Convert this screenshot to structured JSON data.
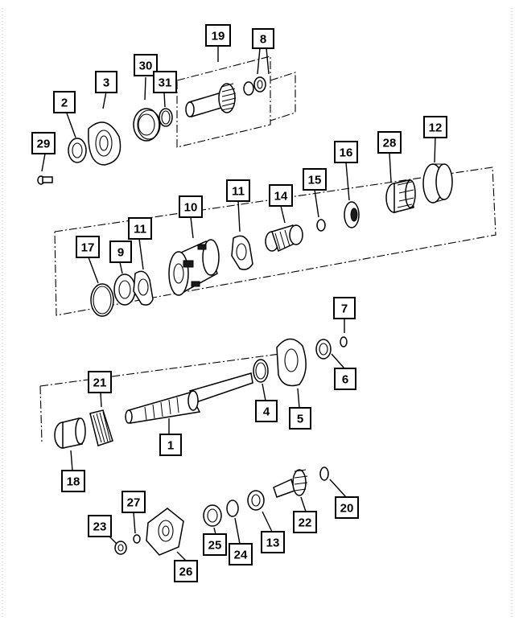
{
  "diagram": {
    "callouts": [
      {
        "id": "c1",
        "label": "1"
      },
      {
        "id": "c2",
        "label": "2"
      },
      {
        "id": "c3",
        "label": "3"
      },
      {
        "id": "c4",
        "label": "4"
      },
      {
        "id": "c5",
        "label": "5"
      },
      {
        "id": "c6",
        "label": "6"
      },
      {
        "id": "c7",
        "label": "7"
      },
      {
        "id": "c8",
        "label": "8"
      },
      {
        "id": "c9",
        "label": "9"
      },
      {
        "id": "c10",
        "label": "10"
      },
      {
        "id": "c11a",
        "label": "11"
      },
      {
        "id": "c11b",
        "label": "11"
      },
      {
        "id": "c12",
        "label": "12"
      },
      {
        "id": "c13",
        "label": "13"
      },
      {
        "id": "c14",
        "label": "14"
      },
      {
        "id": "c15",
        "label": "15"
      },
      {
        "id": "c16",
        "label": "16"
      },
      {
        "id": "c17",
        "label": "17"
      },
      {
        "id": "c18",
        "label": "18"
      },
      {
        "id": "c19",
        "label": "19"
      },
      {
        "id": "c20",
        "label": "20"
      },
      {
        "id": "c21",
        "label": "21"
      },
      {
        "id": "c22",
        "label": "22"
      },
      {
        "id": "c23",
        "label": "23"
      },
      {
        "id": "c24",
        "label": "24"
      },
      {
        "id": "c25",
        "label": "25"
      },
      {
        "id": "c26",
        "label": "26"
      },
      {
        "id": "c27",
        "label": "27"
      },
      {
        "id": "c28",
        "label": "28"
      },
      {
        "id": "c29",
        "label": "29"
      },
      {
        "id": "c30",
        "label": "30"
      },
      {
        "id": "c31",
        "label": "31"
      }
    ]
  }
}
